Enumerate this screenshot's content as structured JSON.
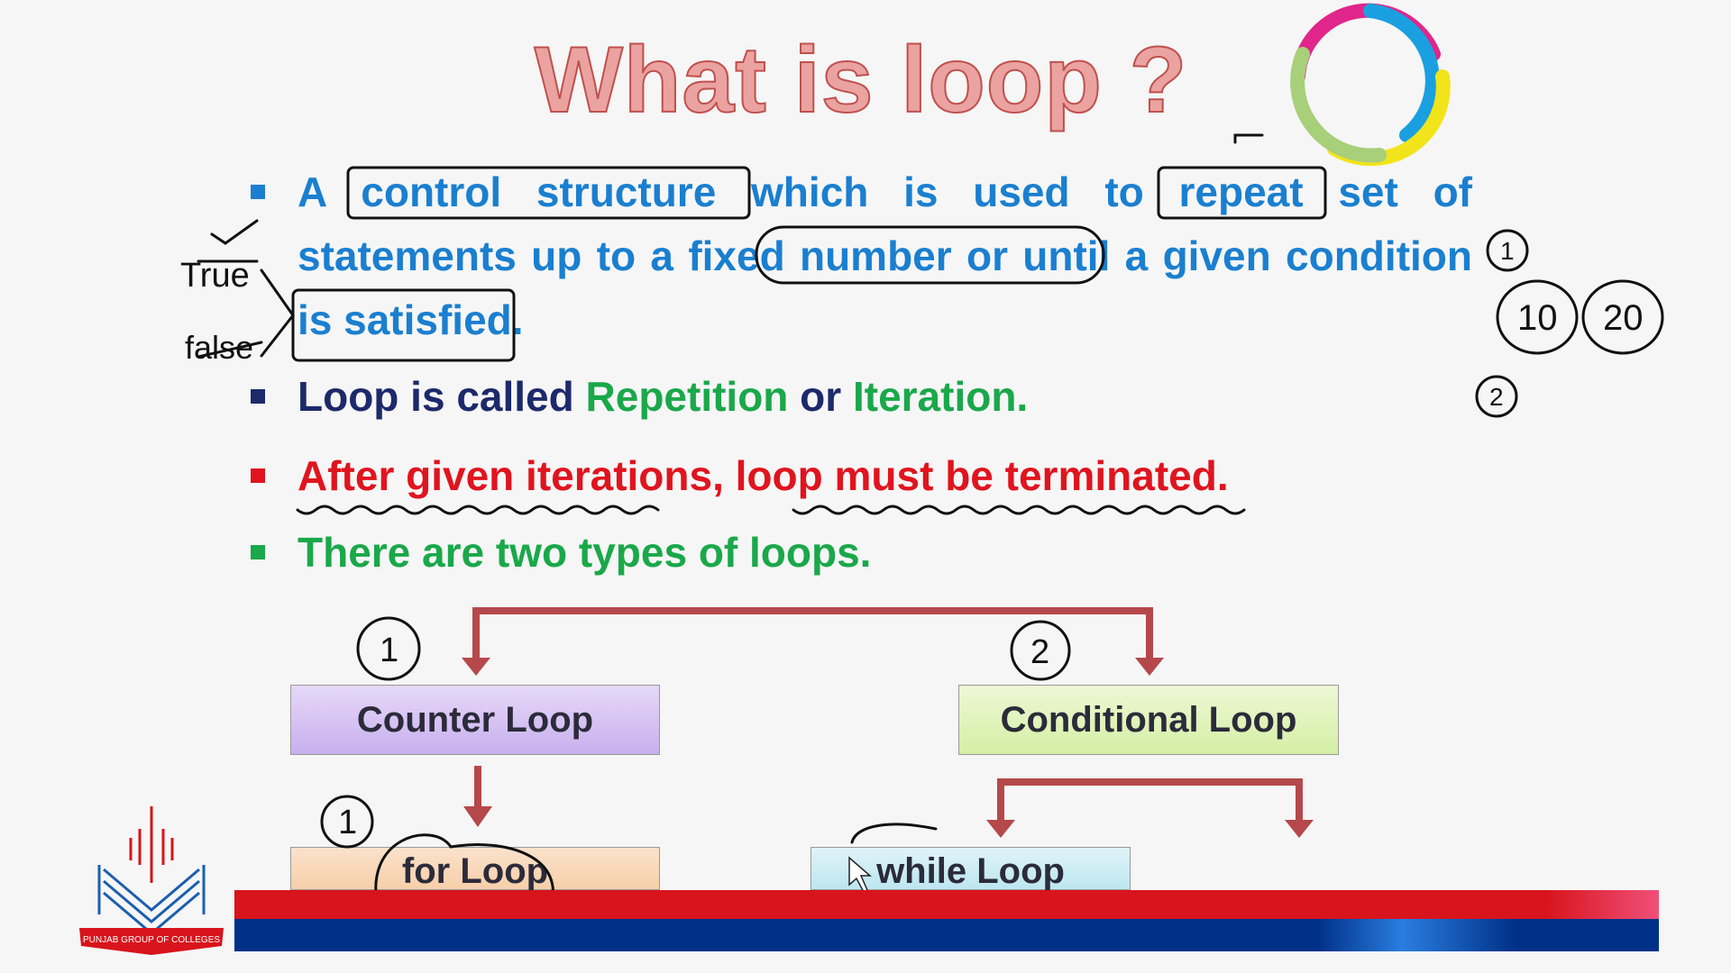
{
  "slide": {
    "title": "What is loop ?",
    "bullets": [
      {
        "text": "A control structure which is used to repeat set of statements up to a fixed number or until a given condition is satisfied.",
        "color": "#1a7fd0"
      },
      {
        "parts": [
          "Loop is called ",
          "Repetition",
          " or ",
          "Iteration."
        ],
        "colors": [
          "#1c2a6b",
          "#1aa84a",
          "#1c2a6b",
          "#1aa84a"
        ]
      },
      {
        "text": "After given iterations, loop must be terminated.",
        "color": "#e0141e"
      },
      {
        "text": "There are two types of loops.",
        "color": "#1aa84a"
      }
    ],
    "diagram": {
      "counter_loop": "Counter Loop",
      "conditional_loop": "Conditional Loop",
      "for_loop": "for Loop",
      "while_loop": "while Loop"
    },
    "annotations": {
      "true_label": "True",
      "false_label": "false",
      "num1": "1",
      "num2": "2",
      "val10": "10",
      "val20": "20"
    },
    "logo_text": "PUNJAB GROUP OF COLLEGES"
  }
}
